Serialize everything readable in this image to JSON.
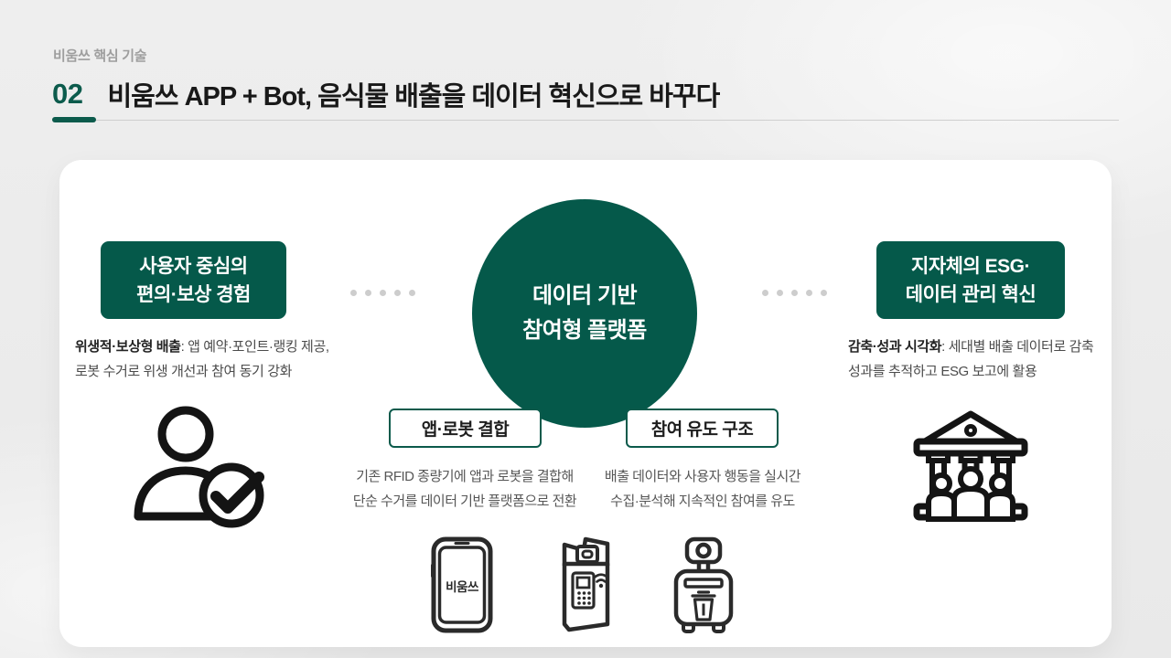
{
  "header": {
    "eyebrow": "비움쓰 핵심 기술",
    "section_number": "02",
    "title": "비움쓰 APP + Bot, 음식물 배출을 데이터 혁신으로 바꾸다"
  },
  "colors": {
    "accent_green": "#05594a",
    "title_text": "#191919",
    "muted_text": "#9e9e9e",
    "body_text": "#4b4b4b",
    "connector_dot": "#cdcdcd",
    "card_bg": "#ffffff",
    "page_bg": "#ececec"
  },
  "diagram": {
    "left": {
      "box_line1": "사용자 중심의",
      "box_line2": "편의·보상 경험",
      "desc_bold": "위생적·보상형 배출",
      "desc_rest": ": 앱 예약·포인트·랭킹 제공,",
      "desc_line2": "로봇 수거로 위생 개선과 참여 동기 강화",
      "icon": "person-check-icon"
    },
    "center": {
      "circle_line1": "데이터 기반",
      "circle_line2": "참여형 플랫폼",
      "sub_boxes": [
        {
          "label": "앱·로봇 결합",
          "desc_line1": "기존 RFID 종량기에 앱과 로봇을 결합해",
          "desc_line2": "단순 수거를 데이터 기반 플랫폼으로 전환"
        },
        {
          "label": "참여 유도 구조",
          "desc_line1": "배출 데이터와 사용자 행동을 실시간",
          "desc_line2": "수집·분석해 지속적인 참여를 유도"
        }
      ],
      "devices": {
        "phone_label": "비움쓰",
        "icons": [
          "app-phone-icon",
          "rfid-kiosk-icon",
          "collection-robot-icon"
        ]
      }
    },
    "right": {
      "box_line1": "지자체의 ESG·",
      "box_line2": "데이터 관리 혁신",
      "desc_bold": "감축·성과 시각화",
      "desc_rest": ": 세대별 배출 데이터로 감축",
      "desc_line2": "성과를 추적하고 ESG 보고에 활용",
      "icon": "government-building-icon"
    }
  }
}
